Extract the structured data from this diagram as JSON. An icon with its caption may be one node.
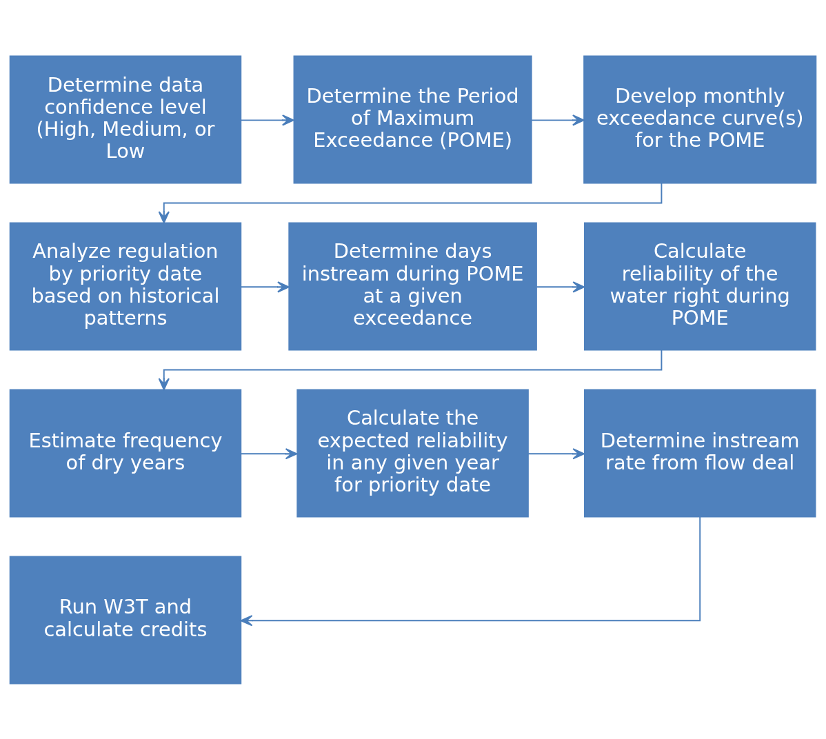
{
  "diagram": {
    "nodes": [
      {
        "text": [
          "Determine data confidence level (High, Medium, or Low"
        ]
      },
      {
        "text": [
          "Determine the Period of Maximum Exceedance (POME)"
        ]
      },
      {
        "text": [
          "Develop monthly exceedance curve(s) for the POME"
        ]
      },
      {
        "text": [
          "Analyze regulation by priority date based on historical patterns"
        ]
      },
      {
        "text": [
          "Determine days instream during POME at a given exceedance"
        ]
      },
      {
        "text": [
          "Calculate reliability of the water right during POME"
        ]
      },
      {
        "text": [
          "Estimate frequency of dry years"
        ]
      },
      {
        "text": [
          "Calculate the expected reliability in any given year for priority date"
        ]
      },
      {
        "text": [
          "Determine instream rate from flow deal"
        ]
      },
      {
        "text": [
          "Run W3T and calculate credits"
        ]
      }
    ],
    "edges": [
      {
        "from": 0,
        "to": 1,
        "arrow": "to"
      },
      {
        "from": 1,
        "to": 2,
        "arrow": "to"
      },
      {
        "from": 2,
        "to": 3,
        "arrow": "to"
      },
      {
        "from": 3,
        "to": 4,
        "arrow": "to"
      },
      {
        "from": 4,
        "to": 5,
        "arrow": "to"
      },
      {
        "from": 5,
        "to": 6,
        "arrow": "to"
      },
      {
        "from": 6,
        "to": 7,
        "arrow": "to"
      },
      {
        "from": 7,
        "to": 8,
        "arrow": "to"
      },
      {
        "from": 8,
        "to": 9,
        "arrow": "to"
      }
    ]
  }
}
